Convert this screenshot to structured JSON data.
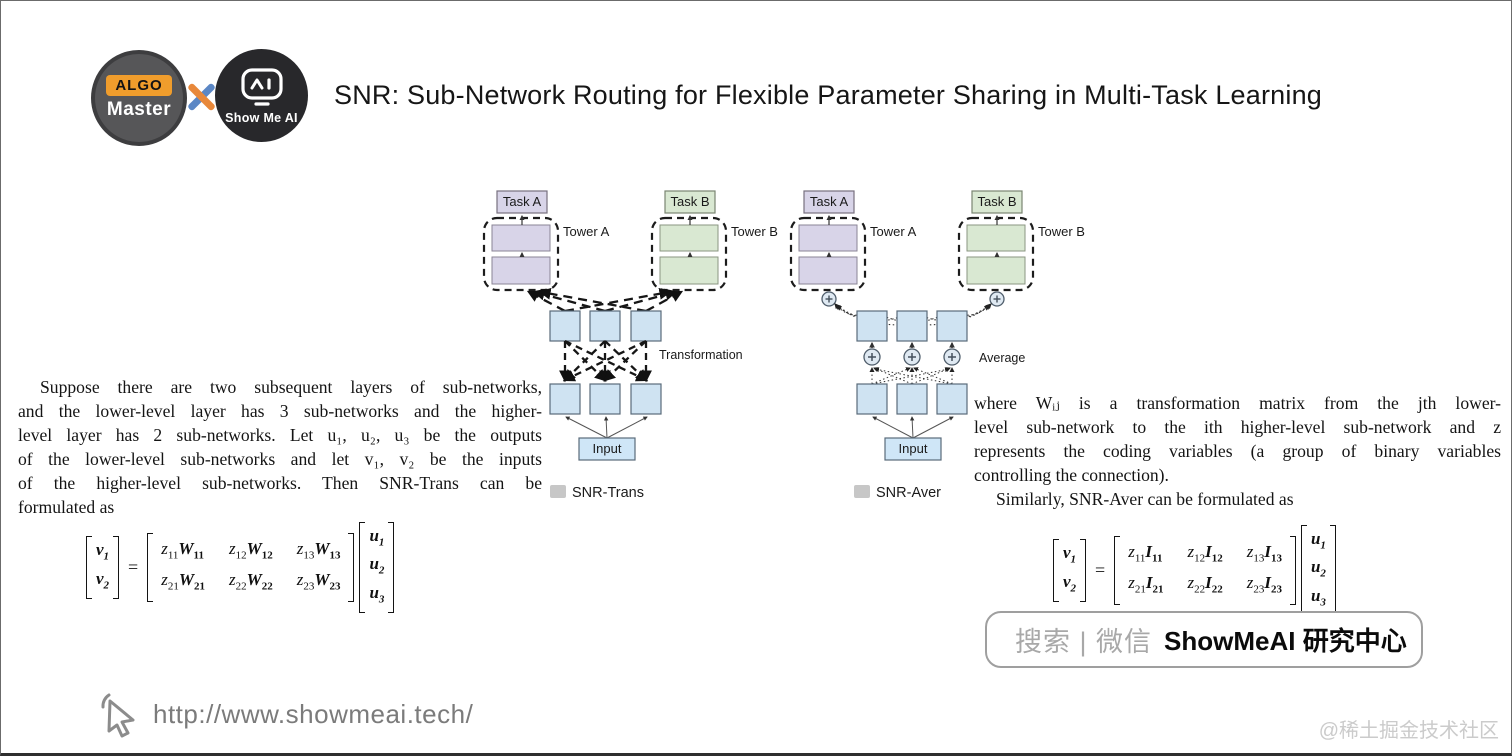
{
  "header": {
    "title": "SNR: Sub-Network Routing for Flexible Parameter Sharing in Multi-Task Learning"
  },
  "logos": {
    "algo_badge": "ALGO",
    "algo_name": "Master",
    "showmeai_name": "Show Me AI"
  },
  "diagram_trans": {
    "task_a": "Task A",
    "task_b": "Task B",
    "tower_a": "Tower A",
    "tower_b": "Tower B",
    "transformation_label": "Transformation",
    "input_label": "Input",
    "caption": "SNR-Trans"
  },
  "diagram_aver": {
    "task_a": "Task A",
    "task_b": "Task B",
    "tower_a": "Tower A",
    "tower_b": "Tower B",
    "average_label": "Average",
    "input_label": "Input",
    "caption": "SNR-Aver"
  },
  "left_text": {
    "lines": [
      "Suppose there are two subsequent layers of sub-networks,",
      "and the lower-level layer has 3 sub-networks and the higher-",
      "level layer has 2 sub-networks. Let u₁, u₂, u₃ be the outputs",
      "of the lower-level sub-networks and let v₁, v₂ be the inputs",
      "of the higher-level sub-networks. Then SNR-Trans can be",
      "formulated as"
    ]
  },
  "right_text": {
    "lines": [
      "where Wᵢⱼ is a transformation matrix from the jth lower-",
      "level sub-network to the ith higher-level sub-network and z",
      "represents the coding variables (a group of binary variables",
      "controlling the connection).",
      "Similarly, SNR-Aver can be formulated as"
    ]
  },
  "eq_trans": {
    "lhs": [
      {
        "s": "v",
        "sub": "1"
      },
      {
        "s": "v",
        "sub": "2"
      }
    ],
    "equals": "=",
    "cells": [
      {
        "z": "z",
        "zs": "11",
        "m": "W",
        "ms": "11"
      },
      {
        "z": "z",
        "zs": "12",
        "m": "W",
        "ms": "12"
      },
      {
        "z": "z",
        "zs": "13",
        "m": "W",
        "ms": "13"
      },
      {
        "z": "z",
        "zs": "21",
        "m": "W",
        "ms": "21"
      },
      {
        "z": "z",
        "zs": "22",
        "m": "W",
        "ms": "22"
      },
      {
        "z": "z",
        "zs": "23",
        "m": "W",
        "ms": "23"
      }
    ],
    "rhs": [
      {
        "s": "u",
        "sub": "1"
      },
      {
        "s": "u",
        "sub": "2"
      },
      {
        "s": "u",
        "sub": "3"
      }
    ]
  },
  "eq_aver": {
    "lhs": [
      {
        "s": "v",
        "sub": "1"
      },
      {
        "s": "v",
        "sub": "2"
      }
    ],
    "equals": "=",
    "cells": [
      {
        "z": "z",
        "zs": "11",
        "m": "I",
        "ms": "11"
      },
      {
        "z": "z",
        "zs": "12",
        "m": "I",
        "ms": "12"
      },
      {
        "z": "z",
        "zs": "13",
        "m": "I",
        "ms": "13"
      },
      {
        "z": "z",
        "zs": "21",
        "m": "I",
        "ms": "21"
      },
      {
        "z": "z",
        "zs": "22",
        "m": "I",
        "ms": "22"
      },
      {
        "z": "z",
        "zs": "23",
        "m": "I",
        "ms": "23"
      }
    ],
    "rhs": [
      {
        "s": "u",
        "sub": "1"
      },
      {
        "s": "u",
        "sub": "2"
      },
      {
        "s": "u",
        "sub": "3"
      }
    ]
  },
  "search_card": {
    "gray_text": "搜索 | 微信",
    "brand": "ShowMeAI 研究中心"
  },
  "footer": {
    "url": "http://www.showmeai.tech/",
    "watermark": "@稀土掘金技术社区"
  },
  "colors": {
    "box_blue": "#cfe3f2",
    "box_lavender": "#d8d4e8",
    "box_green": "#d9e8d2",
    "badge_orange": "#f09d2c",
    "x_blue": "#5b87c5",
    "x_orange": "#e8883a"
  }
}
